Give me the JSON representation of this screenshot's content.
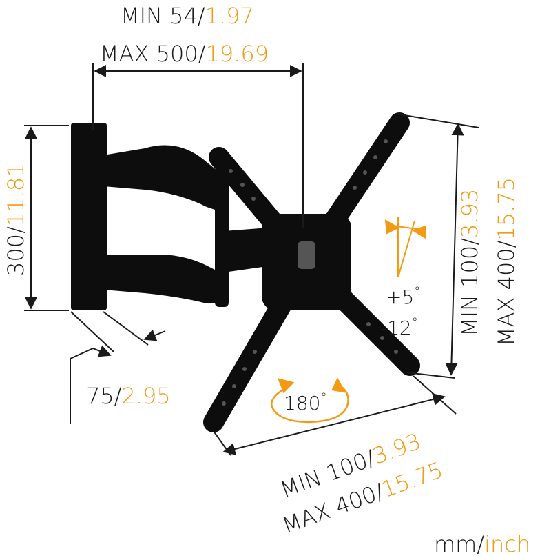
{
  "colors": {
    "accent": "#f39a12",
    "ink": "#1a1a1a",
    "mount": "#0d0d0d"
  },
  "top_min": {
    "mm": "MIN 54/",
    "inch": "1.97"
  },
  "top_max": {
    "mm": "MAX 500/",
    "inch": "19.69"
  },
  "left_height": {
    "mm": "300/",
    "inch": "11.81"
  },
  "depth": {
    "mm": "75/",
    "inch": "2.95"
  },
  "right_min": {
    "mm": "MIN 100/",
    "inch": "3.93"
  },
  "right_max": {
    "mm": "MAX 400/",
    "inch": "15.75"
  },
  "bottom_min": {
    "mm": "MIN 100/",
    "inch": "3.93"
  },
  "bottom_max": {
    "mm": "MAX 400/",
    "inch": "15.75"
  },
  "tilt": {
    "up": "+5",
    "down": "-12",
    "deg": "°"
  },
  "swivel": {
    "value": "180",
    "deg": "°"
  },
  "units": {
    "mm": "mm/",
    "inch": "inch"
  }
}
